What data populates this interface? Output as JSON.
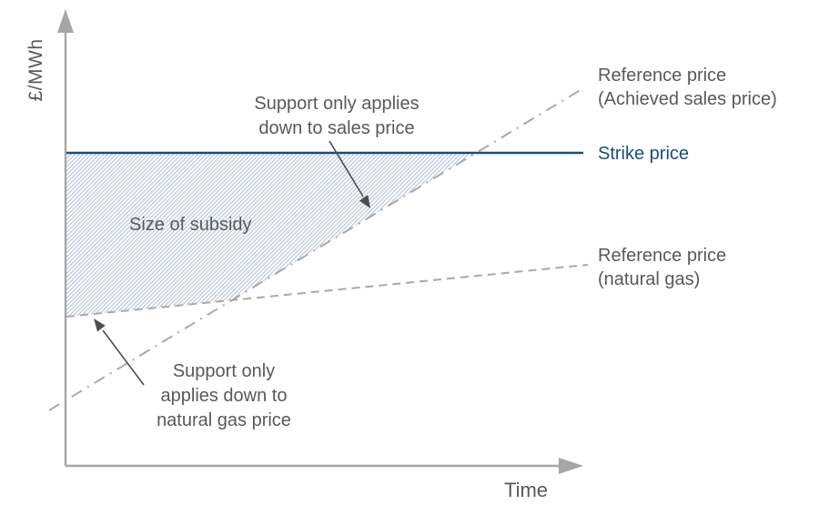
{
  "colors": {
    "navy": "#1b4e79",
    "axis-gray": "#a6a6a6",
    "line-gray": "#a9a9a9",
    "text-gray": "#595959",
    "arrow-gray": "#4d4d4d",
    "hatch-blue": "#b3c2d9"
  },
  "axes": {
    "y_label": "£/MWh",
    "x_label": "Time"
  },
  "legend": {
    "reference_sales": {
      "lines": [
        "Reference price",
        "(Achieved sales price)"
      ]
    },
    "strike": {
      "label": "Strike price"
    },
    "reference_gas": {
      "lines": [
        "Reference price",
        "(natural gas)"
      ]
    }
  },
  "annotations": {
    "subsidy_area_label": "Size of subsidy",
    "sales_note": {
      "lines": [
        "Support only applies",
        "down to sales price"
      ]
    },
    "gas_note": {
      "lines": [
        "Support only",
        "applies down to",
        "natural gas price"
      ]
    }
  },
  "chart_data": {
    "type": "line",
    "schematic": true,
    "title": "",
    "xlabel": "Time",
    "ylabel": "£/MWh",
    "axis_numeric_labels": false,
    "series": [
      {
        "name": "Strike price",
        "style": "solid",
        "color": "#1b4e79",
        "points_fraction_of_axes": [
          [
            0.0,
            0.71
          ],
          [
            1.0,
            0.71
          ]
        ]
      },
      {
        "name": "Reference price (Achieved sales price)",
        "style": "dash-dot",
        "color": "#a9a9a9",
        "points_fraction_of_axes": [
          [
            0.0,
            0.15
          ],
          [
            1.0,
            0.86
          ]
        ]
      },
      {
        "name": "Reference price (natural gas)",
        "style": "dashed",
        "color": "#a9a9a9",
        "points_fraction_of_axes": [
          [
            0.0,
            0.34
          ],
          [
            1.0,
            0.46
          ]
        ]
      }
    ],
    "shaded_region": {
      "label": "Size of subsidy",
      "fill": "diagonal-hatch",
      "description": "Area between the strike price line and the upper of the two reference price lines"
    }
  }
}
